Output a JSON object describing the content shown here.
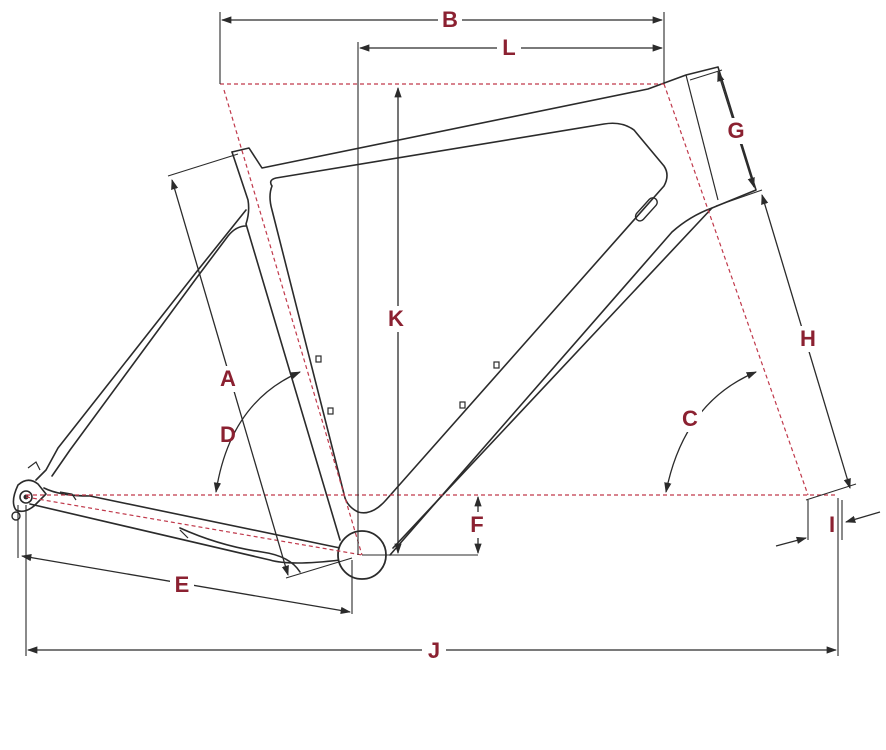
{
  "colors": {
    "frame": "#2b2b2b",
    "label": "#8b2131",
    "reference": "#c0394b"
  },
  "labels": {
    "A": "A",
    "B": "B",
    "C": "C",
    "D": "D",
    "E": "E",
    "F": "F",
    "G": "G",
    "H": "H",
    "I": "I",
    "J": "J",
    "K": "K",
    "L": "L"
  }
}
